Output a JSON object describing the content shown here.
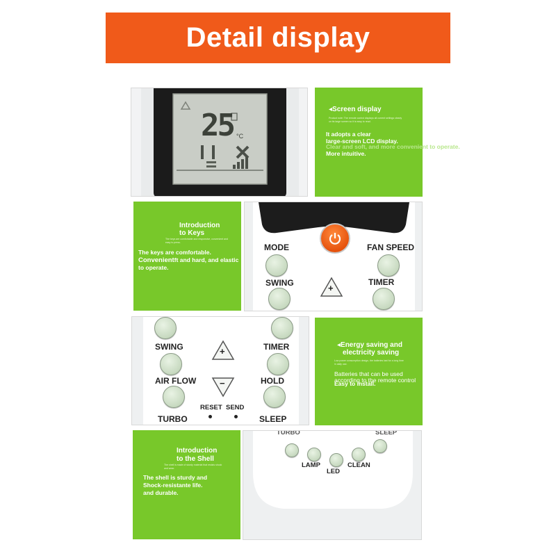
{
  "banner": {
    "title": "Detail display"
  },
  "lcd": {
    "temperature": "25",
    "unit": "°C"
  },
  "screen_panel": {
    "title": "Screen display",
    "tiny": "Product note: The remote control displays all current settings clearly on its large screen so it is easy to read.",
    "body_1": "It adopts a clear",
    "body_2": "large-screen LCD display.",
    "body_3": "Clear and soft, and more convenient to operate.",
    "body_4": "More intuitive."
  },
  "keys_panel": {
    "title_1": "Introduction",
    "title_2": "to Keys",
    "tiny": "The keys are comfortable and responsive, convenient and easy to press.",
    "body_1": "The keys are comfortable.",
    "body_2": "Convenient",
    "body_2b": "ft and hard, and elastic",
    "body_3": "to operate."
  },
  "remote_top": {
    "mode": "MODE",
    "fan_speed": "FAN SPEED",
    "swing": "SWING",
    "timer": "TIMER",
    "plus": "+"
  },
  "remote_mid": {
    "swing": "SWING",
    "timer": "TIMER",
    "air_flow": "AIR FLOW",
    "hold": "HOLD",
    "reset": "RESET",
    "send": "SEND",
    "turbo": "TURBO",
    "sleep": "SLEEP",
    "plus": "+",
    "minus": "−"
  },
  "energy_panel": {
    "title_1": "Energy saving and",
    "title_2": "electricity saving",
    "tiny": "Low power consumption design, the batteries last for a long time in daily use.",
    "body_1": "Batteries that can be used",
    "body_2": "according to the remote control",
    "body_3": "Easy to install."
  },
  "shell_panel": {
    "title_1": "Introduction",
    "title_2": "to the Shell",
    "tiny": "The shell is made of sturdy material that resists shock and wear.",
    "body_1": "The shell is sturdy and",
    "body_2": "Shock-resistant",
    "body_2b": "e life.",
    "body_3": "and durable."
  },
  "remote_bottom": {
    "turbo": "TURBO",
    "sleep": "SLEEP",
    "lamp": "LAMP",
    "led": "LED",
    "clean": "CLEAN"
  }
}
